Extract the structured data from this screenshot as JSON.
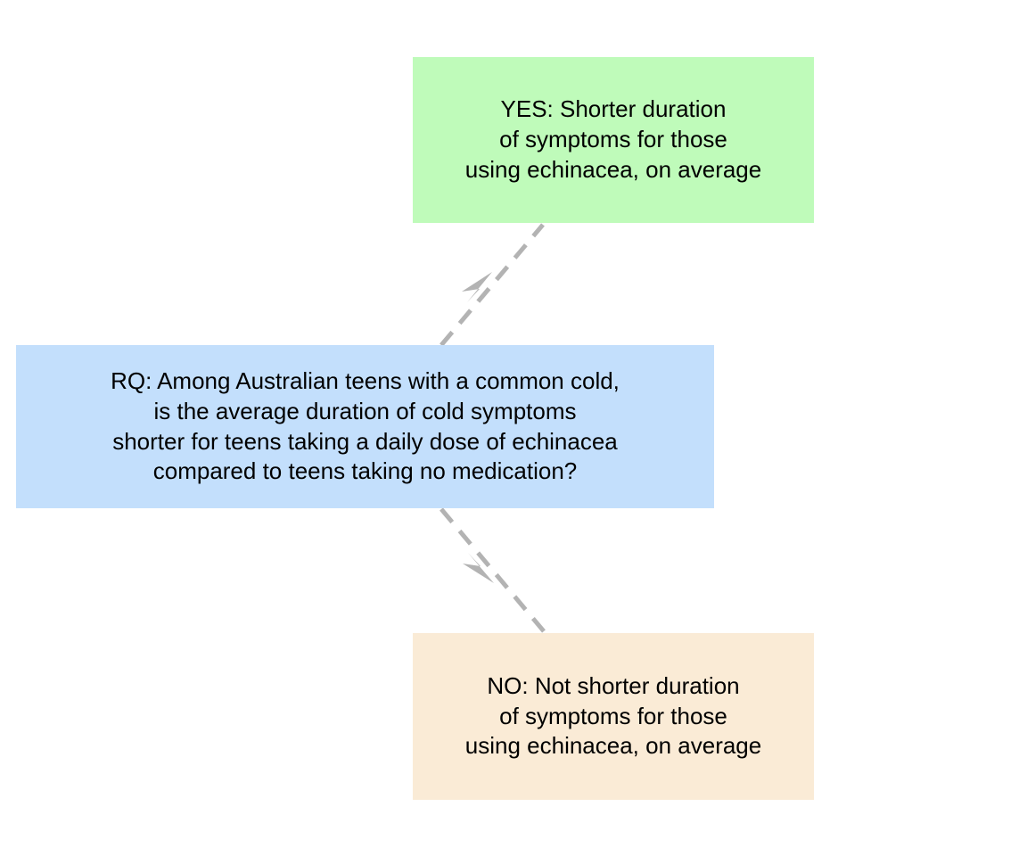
{
  "diagram": {
    "type": "research-question-outcome-tree",
    "background_color": "#ffffff",
    "nodes": [
      {
        "id": "rq",
        "role": "research-question",
        "label": "RQ: Among Australian teens with a common cold,\nis the average duration of cold symptoms\nshorter for teens taking a daily dose of echinacea\ncompared to teens taking no medication?",
        "color": "#c3dffc"
      },
      {
        "id": "yes",
        "role": "outcome-yes",
        "label": "YES: Shorter duration\nof symptoms for those\nusing echinacea, on average",
        "color": "#bffbba"
      },
      {
        "id": "no",
        "role": "outcome-no",
        "label": "NO: Not shorter duration\nof symptoms for those\nusing echinacea, on average",
        "color": "#faebd6"
      }
    ],
    "edges": [
      {
        "id": "rq-to-yes",
        "from": "rq",
        "to": "yes",
        "style": "dashed",
        "color": "#b3b3b3",
        "arrowhead": "concave-dart",
        "label": ""
      },
      {
        "id": "rq-to-no",
        "from": "rq",
        "to": "no",
        "style": "dashed",
        "color": "#b3b3b3",
        "arrowhead": "concave-dart",
        "label": ""
      }
    ]
  }
}
